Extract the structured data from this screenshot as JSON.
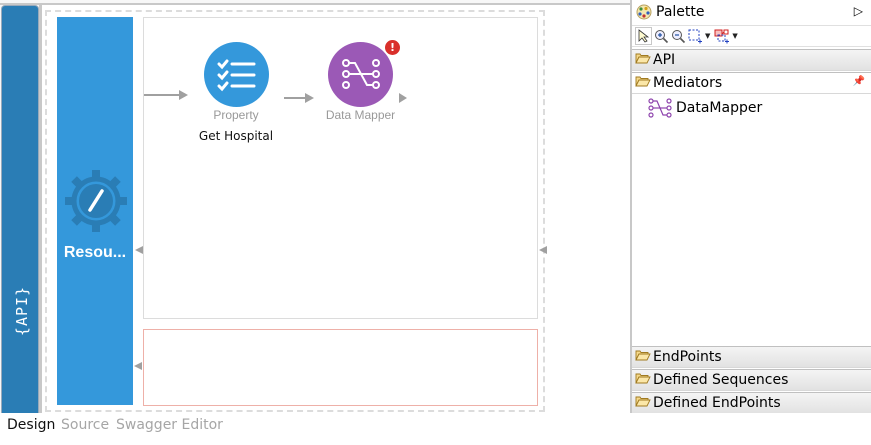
{
  "editor": {
    "api_logo_text": "{API}",
    "resource": {
      "label": "Resou..."
    },
    "nodes": [
      {
        "type": "Property",
        "name": "Get Hospital",
        "color": "#3498db",
        "icon": "property-list-icon"
      },
      {
        "type": "Data Mapper",
        "name": "",
        "color": "#9b59b6",
        "icon": "data-mapper-icon",
        "error_badge": "!"
      }
    ]
  },
  "palette": {
    "title": "Palette",
    "collapse_icon": "▷",
    "toolbar": [
      "select-tool",
      "zoom-in-tool",
      "zoom-out-tool",
      "marquee-tool",
      "connection-tool"
    ],
    "drawers": [
      {
        "label": "API",
        "open": false
      },
      {
        "label": "Mediators",
        "open": true,
        "items": [
          {
            "label": "DataMapper"
          }
        ]
      },
      {
        "label": "EndPoints",
        "open": false
      },
      {
        "label": "Defined Sequences",
        "open": false
      },
      {
        "label": "Defined EndPoints",
        "open": false
      }
    ]
  },
  "tabs": [
    {
      "label": "Design",
      "active": true
    },
    {
      "label": "Source",
      "active": false
    },
    {
      "label": "Swagger Editor",
      "active": false
    }
  ],
  "colors": {
    "api_bar": "#2a7db5",
    "resource_bar": "#3498db",
    "property_node": "#3498db",
    "datamapper_node": "#9b59b6",
    "error": "#d9302b",
    "fault_border": "#eeb0a8"
  }
}
